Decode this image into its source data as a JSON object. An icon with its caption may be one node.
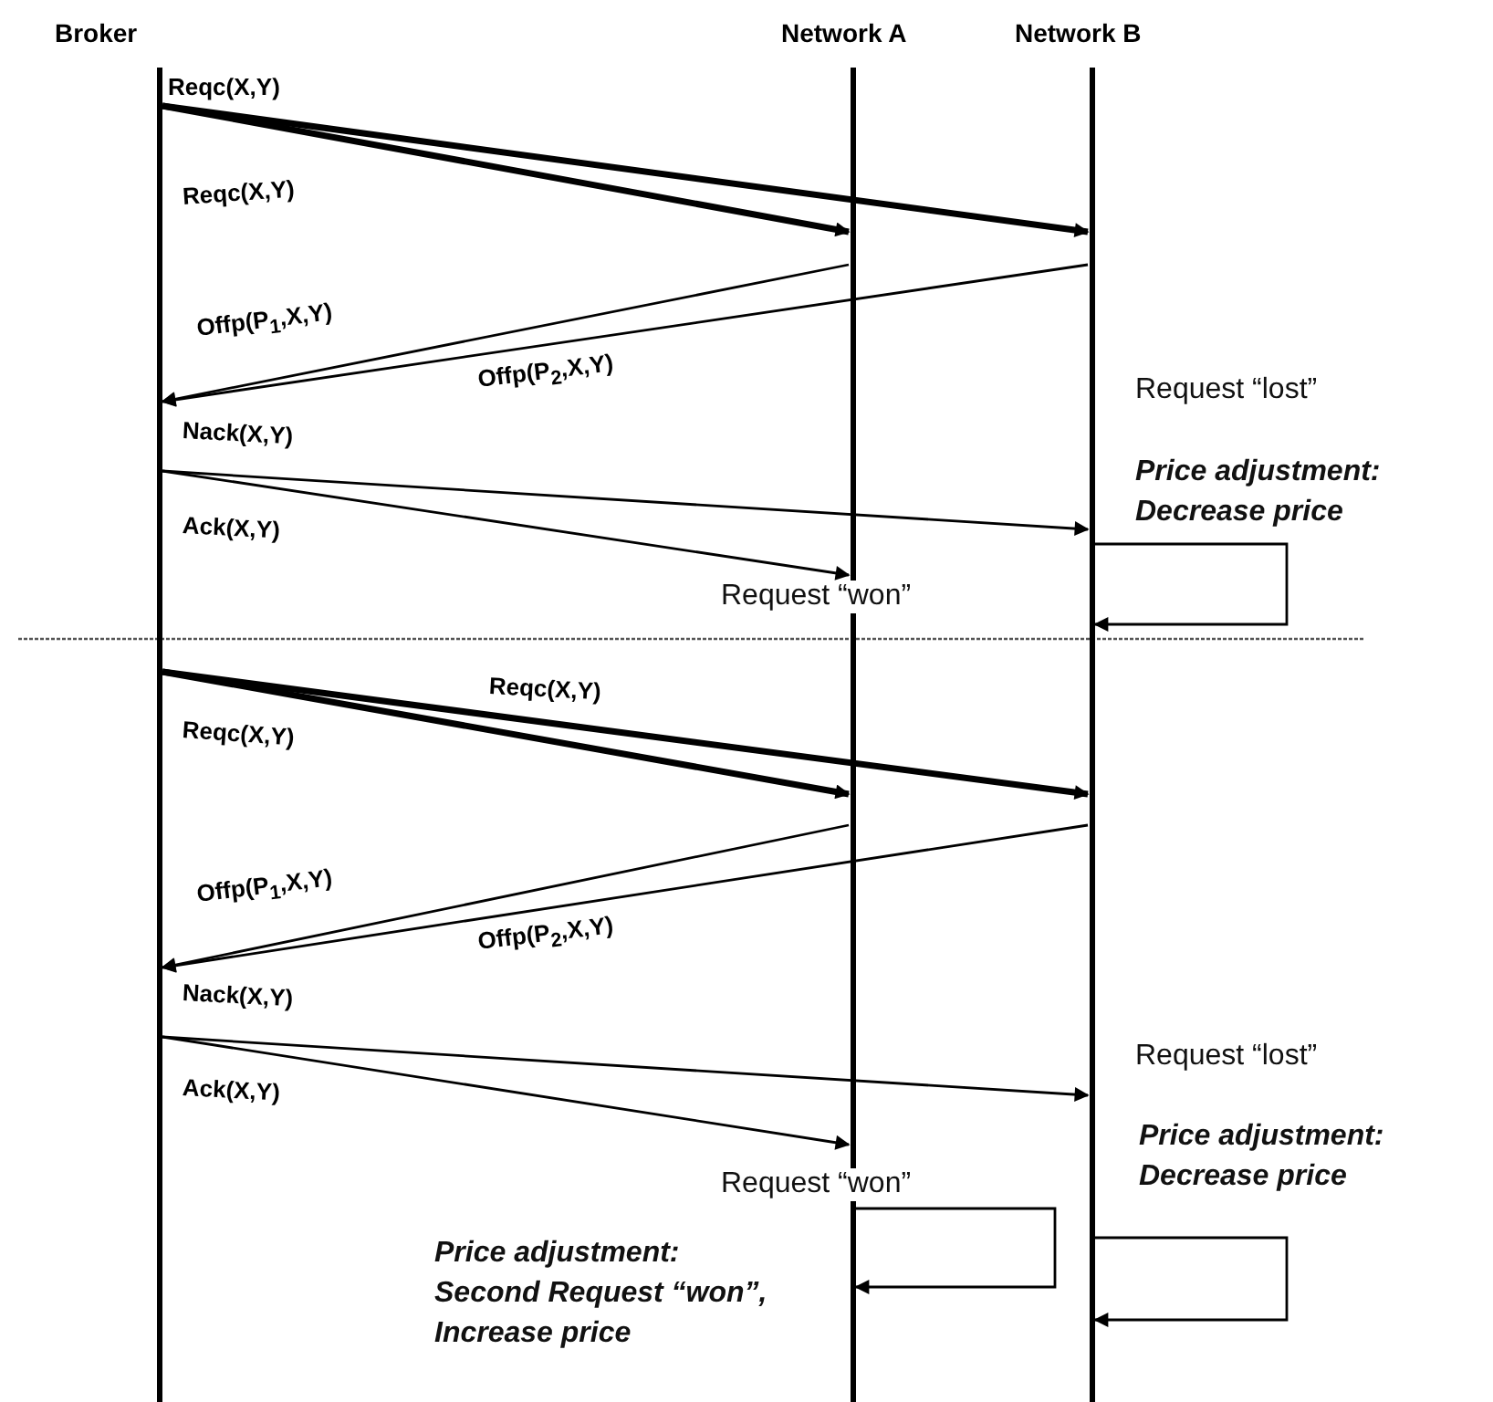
{
  "diagram": {
    "nodes": [
      {
        "text": [
          "Broker"
        ]
      },
      {
        "text": [
          "Network A"
        ]
      },
      {
        "text": [
          "Network B"
        ]
      }
    ],
    "edges": [
      {
        "from": 0,
        "to": 2,
        "arrow": "to",
        "label": "Reqc(X,Y)",
        "style": "thick"
      },
      {
        "from": 0,
        "to": 1,
        "arrow": "to",
        "label": "Reqc(X,Y)",
        "style": "thick"
      },
      {
        "from": 1,
        "to": 0,
        "arrow": "to",
        "label": "Offp(P$_{1}$,X,Y)"
      },
      {
        "from": 2,
        "to": 0,
        "arrow": "to",
        "label": "Offp(P$_{2}$,X,Y)"
      },
      {
        "from": 0,
        "to": 2,
        "arrow": "to",
        "label": "Nack(X,Y)"
      },
      {
        "from": 0,
        "to": 1,
        "arrow": "to",
        "label": "Ack(X,Y)"
      },
      {
        "from": 2,
        "to": 2,
        "arrow": "to"
      },
      {
        "from": 0,
        "to": 2,
        "arrow": "to",
        "label": "Reqc(X,Y)",
        "style": "thick"
      },
      {
        "from": 0,
        "to": 1,
        "arrow": "to",
        "label": "Reqc(X,Y)",
        "style": "thick"
      },
      {
        "from": 1,
        "to": 0,
        "arrow": "to",
        "label": "Offp(P$_{1}$,X,Y)"
      },
      {
        "from": 2,
        "to": 0,
        "arrow": "to",
        "label": "Offp(P$_{2}$,X,Y)"
      },
      {
        "from": 0,
        "to": 2,
        "arrow": "to",
        "label": "Nack(X,Y)"
      },
      {
        "from": 0,
        "to": 1,
        "arrow": "to",
        "label": "Ack(X,Y)"
      },
      {
        "from": 1,
        "to": 1,
        "arrow": "to"
      },
      {
        "from": 2,
        "to": 2,
        "arrow": "to"
      }
    ],
    "labels": [
      "Request “lost”",
      "Price adjustment: Decrease price",
      "Request “won”",
      "Request “lost”",
      "Price adjustment: Decrease price",
      "Request “won”",
      "Price adjustment: Second Request “won”, Increase price"
    ]
  }
}
